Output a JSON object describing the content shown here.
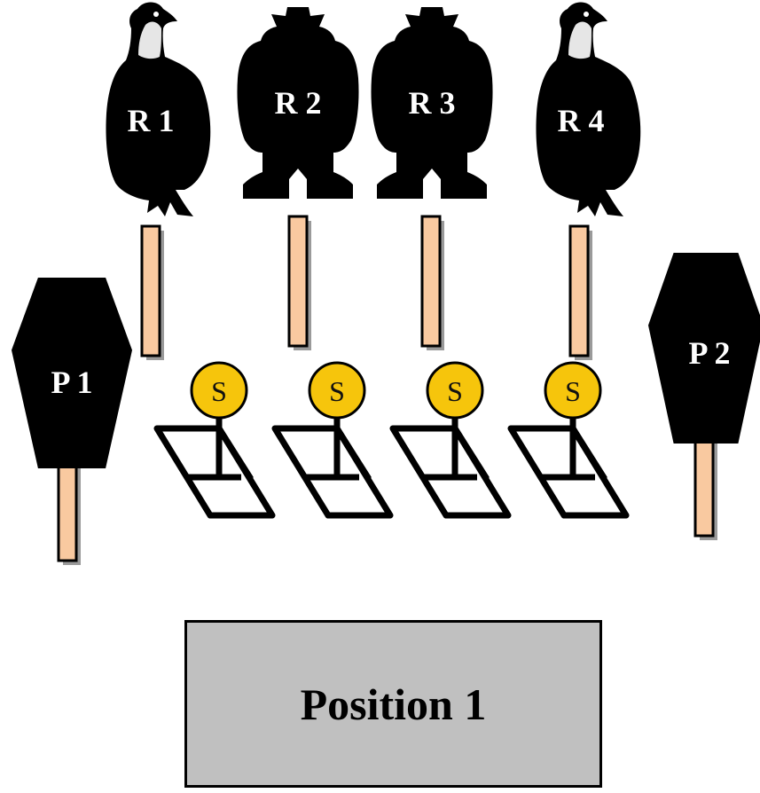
{
  "colors": {
    "post": "#f9c9a0",
    "post_shadow": "#9a9a9a",
    "target": "#000000",
    "steel_disc": "#f6c50c",
    "position_box": "#c0c0c0",
    "background": "#ffffff"
  },
  "reactive_targets": [
    {
      "id": "r1",
      "label": "R 1",
      "kind": "vulture"
    },
    {
      "id": "r2",
      "label": "R 2",
      "kind": "silhouette"
    },
    {
      "id": "r3",
      "label": "R 3",
      "kind": "silhouette"
    },
    {
      "id": "r4",
      "label": "R 4",
      "kind": "vulture"
    }
  ],
  "paper_targets": [
    {
      "id": "p1",
      "label": "P 1"
    },
    {
      "id": "p2",
      "label": "P 2"
    }
  ],
  "steel_targets": [
    {
      "id": "s1",
      "label": "S"
    },
    {
      "id": "s2",
      "label": "S"
    },
    {
      "id": "s3",
      "label": "S"
    },
    {
      "id": "s4",
      "label": "S"
    }
  ],
  "position": {
    "label": "Position 1"
  }
}
